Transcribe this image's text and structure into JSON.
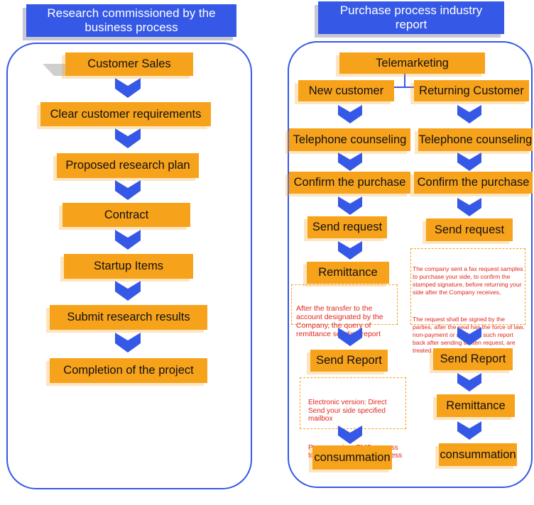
{
  "colors": {
    "orange": "#F7A21B",
    "blue": "#3558E6",
    "note_red": "#E0261C"
  },
  "left_panel": {
    "title": "Research commissioned by the\nbusiness process",
    "steps": [
      "Customer Sales",
      "Clear customer requirements",
      "Proposed research plan",
      "Contract",
      "Startup Items",
      "Submit research results",
      "Completion of the project"
    ]
  },
  "right_panel": {
    "title": "Purchase process industry\nreport",
    "start": "Telemarketing",
    "new_customer": {
      "label": "New customer",
      "steps": [
        "Telephone counseling",
        "Confirm the purchase",
        "Send request",
        "Remittance",
        "Send Report",
        "consummation"
      ],
      "remittance_note": "After the transfer to the\naccount designated by the\nCompany, the query of\nremittance sending report",
      "report_note": [
        "Electronic version: Direct\nSend your side specified\nmailbox",
        "Paper version: EMS express\nto your side specified address"
      ]
    },
    "returning_customer": {
      "label": "Returning Customer",
      "steps": [
        "Telephone counseling",
        "Confirm the purchase",
        "Send request",
        "Send Report",
        "Remittance",
        "consummation"
      ],
      "request_note": [
        "The company sent a fax request samples\nto purchase your side, to confirm the\nstamped signature, before returning your\nside after the Company receives,",
        "The request shall be signed by the\nparties, after the seal has the force of law,\nnon-payment or receipt of such report\nback after sending written request, are\ntreated as breach of contract."
      ]
    }
  }
}
